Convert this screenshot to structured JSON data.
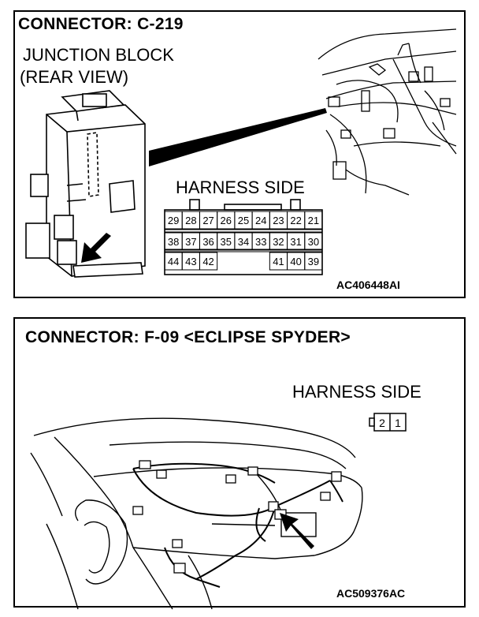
{
  "connector_c219": {
    "title": "CONNECTOR: C-219",
    "component_line1": "JUNCTION BLOCK",
    "component_line2": "(REAR VIEW)",
    "harness_label": "HARNESS SIDE",
    "pins_row1": [
      "29",
      "28",
      "27",
      "26",
      "25",
      "24",
      "23",
      "22",
      "21"
    ],
    "pins_row2": [
      "38",
      "37",
      "36",
      "35",
      "34",
      "33",
      "32",
      "31",
      "30"
    ],
    "pins_row3_left": [
      "44",
      "43",
      "42"
    ],
    "pins_row3_right": [
      "41",
      "40",
      "39"
    ],
    "figure_code": "AC406448AI"
  },
  "connector_f09": {
    "title": "CONNECTOR: F-09 <ECLIPSE SPYDER>",
    "harness_label": "HARNESS SIDE",
    "pins": [
      "2",
      "1"
    ],
    "figure_code": "AC509376AC"
  }
}
